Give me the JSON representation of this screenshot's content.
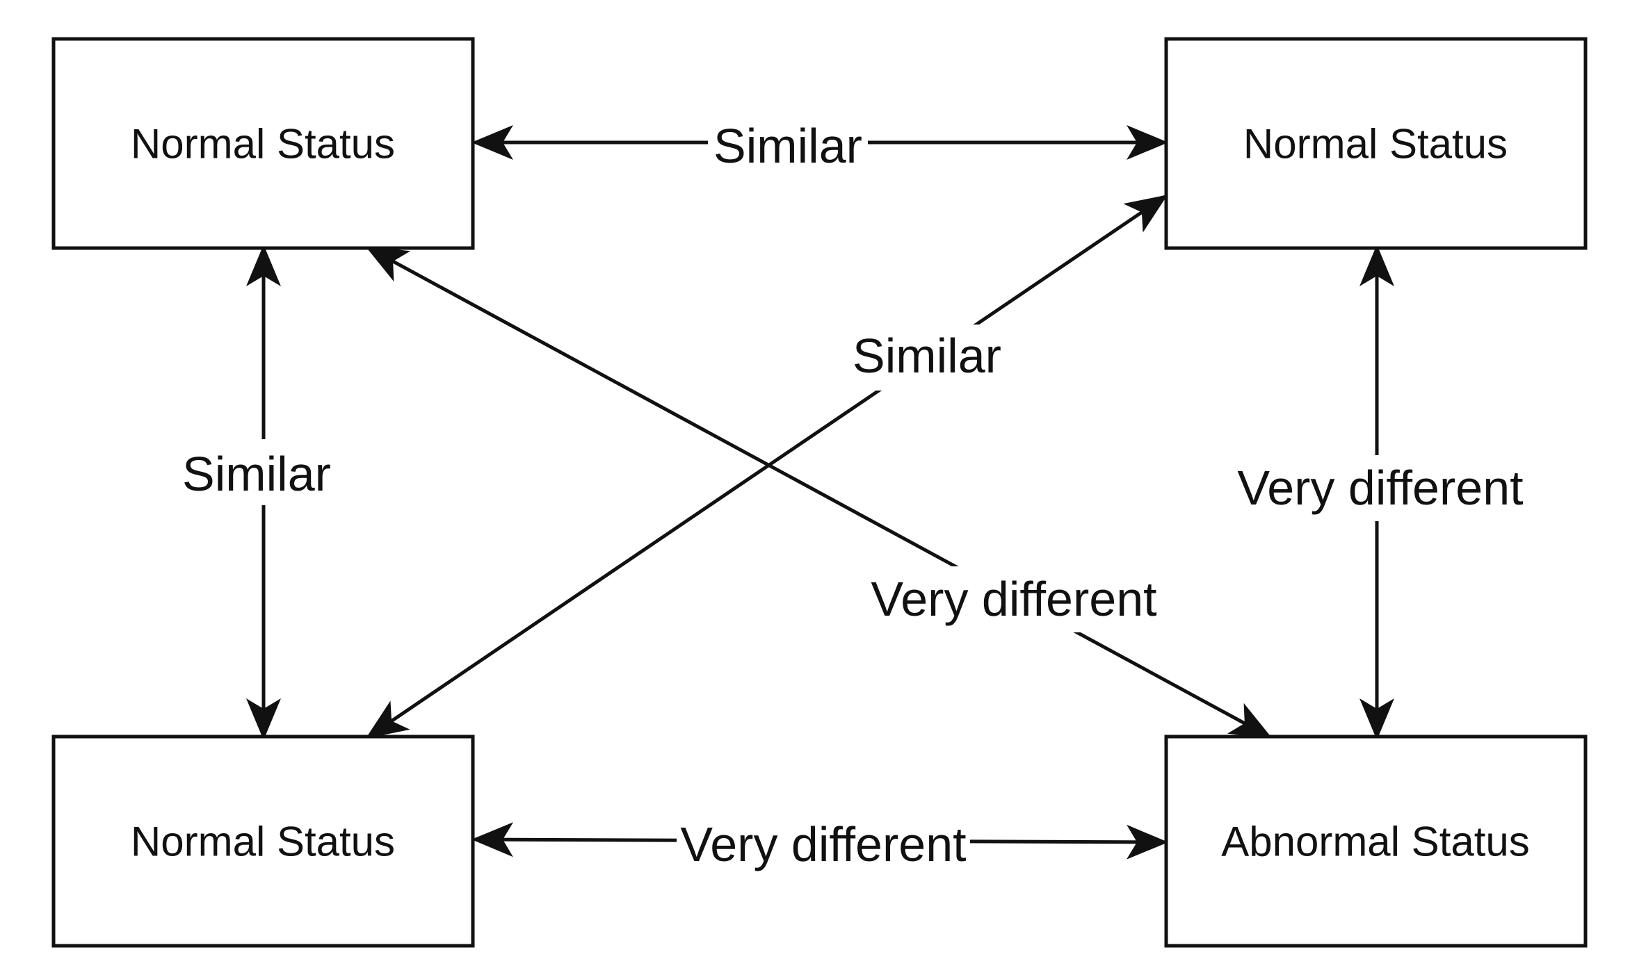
{
  "nodes": {
    "top_left": {
      "label": "Normal Status"
    },
    "top_right": {
      "label": "Normal Status"
    },
    "bottom_left": {
      "label": "Normal Status"
    },
    "bottom_right": {
      "label": "Abnormal Status"
    }
  },
  "edges": {
    "top": {
      "label": "Similar",
      "from": "top_left",
      "to": "top_right",
      "direction": "both"
    },
    "left": {
      "label": "Similar",
      "from": "top_left",
      "to": "bottom_left",
      "direction": "both"
    },
    "diag_up": {
      "label": "Similar",
      "from": "bottom_left",
      "to": "top_right",
      "direction": "both"
    },
    "diag_down": {
      "label": "Very different",
      "from": "top_left",
      "to": "bottom_right",
      "direction": "both"
    },
    "right": {
      "label": "Very different",
      "from": "top_right",
      "to": "bottom_right",
      "direction": "both"
    },
    "bottom": {
      "label": "Very different",
      "from": "bottom_left",
      "to": "bottom_right",
      "direction": "both"
    }
  },
  "colors": {
    "stroke": "#111111",
    "background": "#ffffff"
  }
}
